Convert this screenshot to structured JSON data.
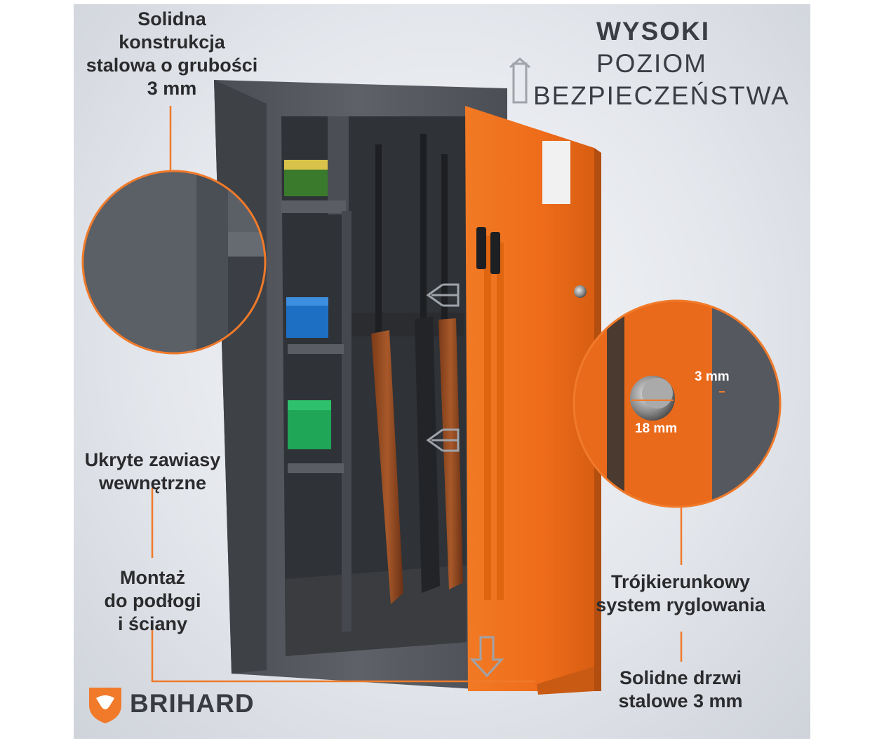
{
  "headline": {
    "line1": "WYSOKI",
    "line2": "POZIOM",
    "line3": "BEZPIECZEŃSTWA"
  },
  "features": {
    "steel_construction": [
      "Solidna",
      "konstrukcja",
      "stalowa o grubości",
      "3 mm"
    ],
    "hidden_hinges": [
      "Ukryte zawiasy",
      "wewnętrzne"
    ],
    "mounting": [
      "Montaż",
      "do podłogi",
      "i ściany"
    ],
    "locking_system": [
      "Trójkierunkowy",
      "system ryglowania"
    ],
    "solid_door": [
      "Solidne drzwi",
      "stalowe 3 mm"
    ]
  },
  "bolt_detail": {
    "thickness_label": "3 mm",
    "diameter_label": "18 mm"
  },
  "brand": {
    "name": "BRIHARD"
  },
  "colors": {
    "accent_orange": "#f07a2a",
    "door_orange": "#ee6f1f",
    "cabinet_gray": "#55585e",
    "text_dark": "#2b2b2e"
  }
}
